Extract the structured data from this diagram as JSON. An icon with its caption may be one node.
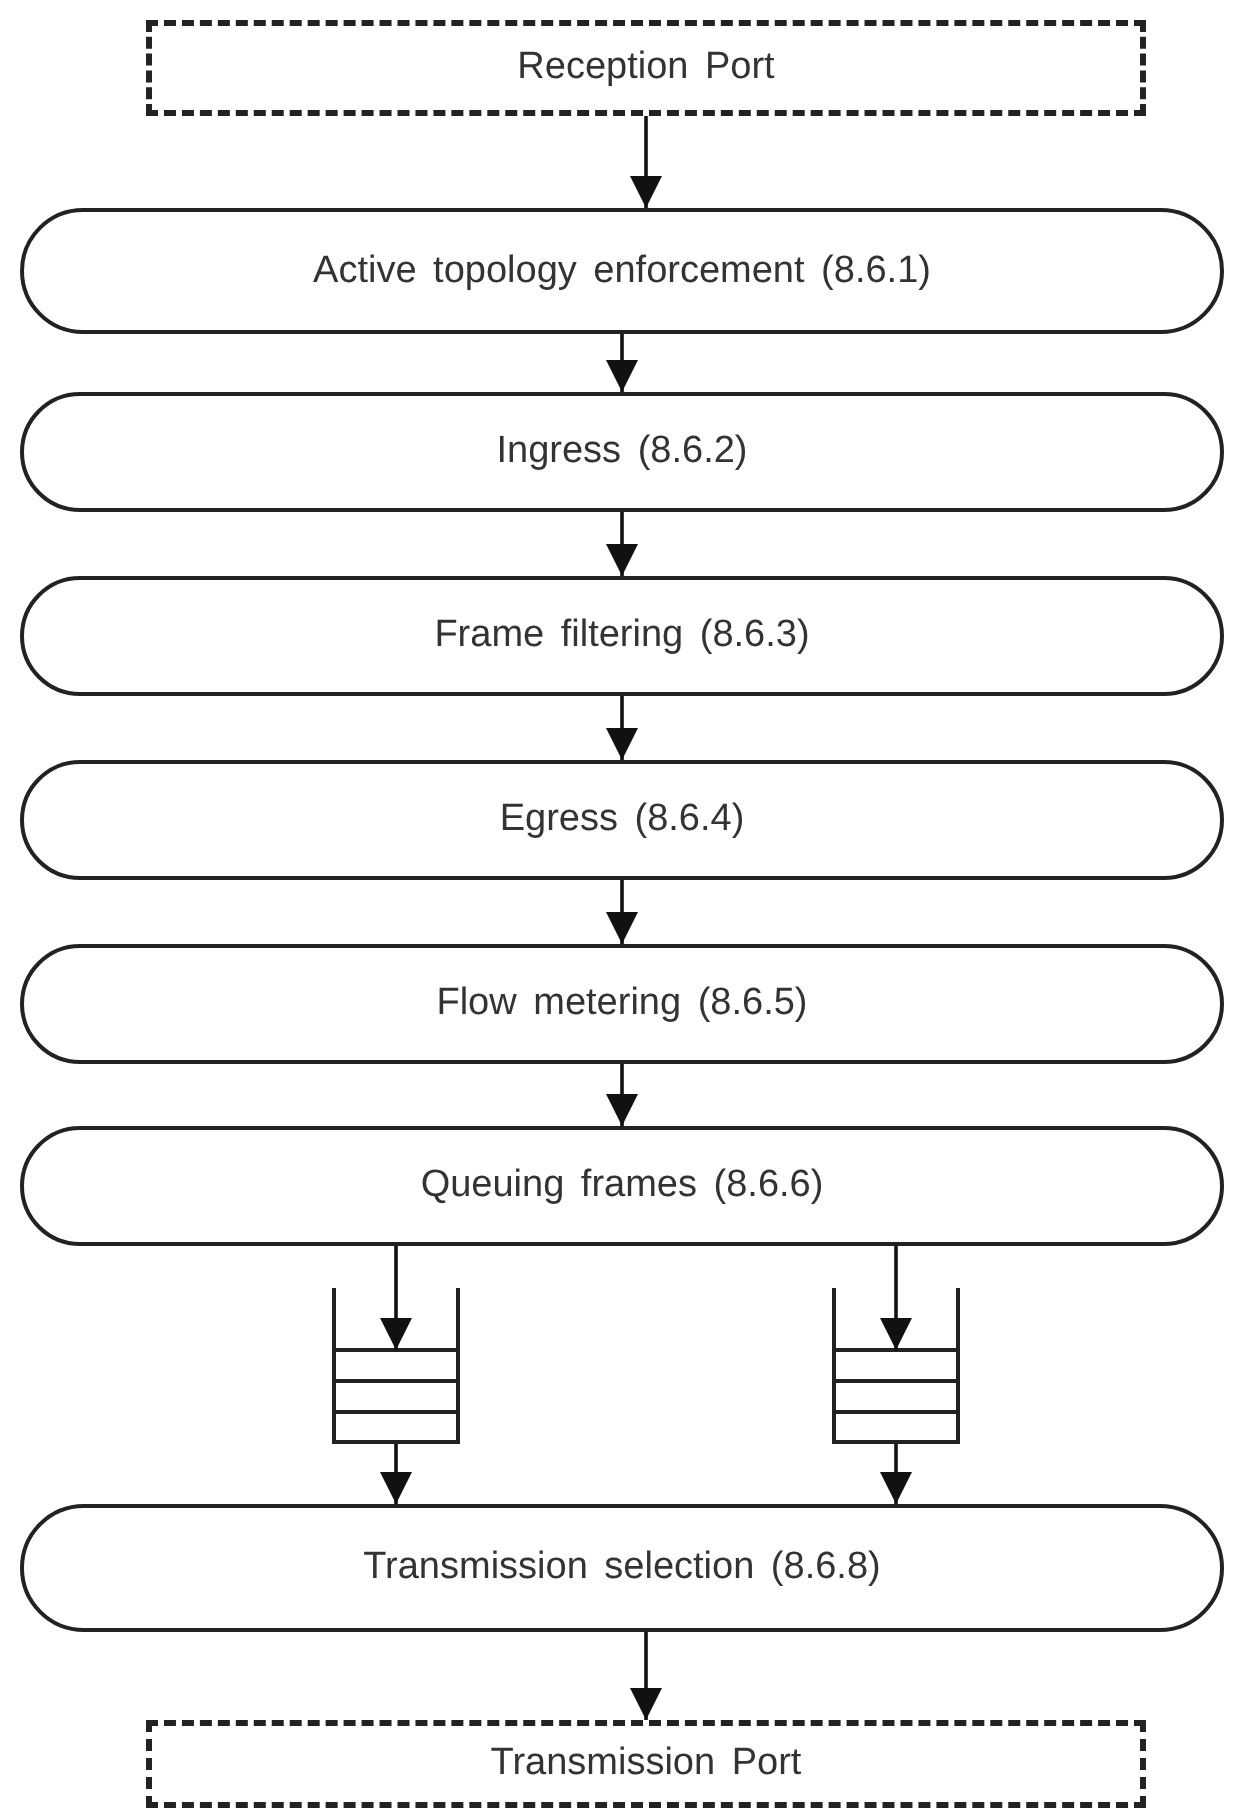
{
  "diagram": {
    "nodes": [
      {
        "text": [
          "Reception Port"
        ]
      },
      {
        "text": [
          "Active topology enforcement (8.6.1)"
        ]
      },
      {
        "text": [
          "Ingress (8.6.2)"
        ]
      },
      {
        "text": [
          "Frame filtering (8.6.3)"
        ]
      },
      {
        "text": [
          "Egress (8.6.4)"
        ]
      },
      {
        "text": [
          "Flow metering (8.6.5)"
        ]
      },
      {
        "text": [
          "Queuing frames (8.6.6)"
        ]
      },
      {
        "text": [],
        "shape": "queue"
      },
      {
        "text": [],
        "shape": "queue"
      },
      {
        "text": [
          "Transmission selection (8.6.8)"
        ]
      },
      {
        "text": [
          "Transmission Port"
        ]
      }
    ],
    "edges": [
      {
        "from": 0,
        "to": 1,
        "arrow": "to"
      },
      {
        "from": 1,
        "to": 2,
        "arrow": "to"
      },
      {
        "from": 2,
        "to": 3,
        "arrow": "to"
      },
      {
        "from": 3,
        "to": 4,
        "arrow": "to"
      },
      {
        "from": 4,
        "to": 5,
        "arrow": "to"
      },
      {
        "from": 5,
        "to": 6,
        "arrow": "to"
      },
      {
        "from": 6,
        "to": 7,
        "arrow": "to"
      },
      {
        "from": 6,
        "to": 8,
        "arrow": "to"
      },
      {
        "from": 7,
        "to": 9,
        "arrow": "to"
      },
      {
        "from": 8,
        "to": 9,
        "arrow": "to"
      },
      {
        "from": 9,
        "to": 10,
        "arrow": "to"
      }
    ]
  }
}
